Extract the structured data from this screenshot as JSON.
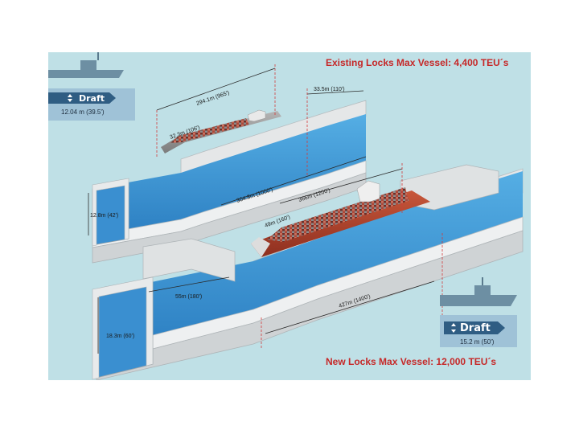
{
  "titles": {
    "existing": "Existing Locks Max Vessel: 4,400 TEU´s",
    "new": "New Locks Max Vessel: 12,000 TEU´s"
  },
  "existing_draft": {
    "label": "Draft",
    "value": "12.04 m (39.5')"
  },
  "new_draft": {
    "label": "Draft",
    "value": "15.2 m (50')"
  },
  "existing_lock": {
    "ship_length": "294.1m (965')",
    "ship_beam": "32.3m (106')",
    "lock_width": "33.5m (110')",
    "lock_length": "304.8m (1000')",
    "lock_depth": "12.8m (42')"
  },
  "new_lock": {
    "ship_length": "366m (1200')",
    "ship_beam": "49m (160')",
    "lock_width": "55m (180')",
    "lock_length": "427m (1400')",
    "lock_depth": "18.3m (60')"
  },
  "colors": {
    "background": "#bfe0e6",
    "concrete": "#d9dcdd",
    "water": "#3f97d6",
    "title_red": "#c62828",
    "dimension_line": "#2a2a2a",
    "guide_line": "#d23b3b"
  }
}
